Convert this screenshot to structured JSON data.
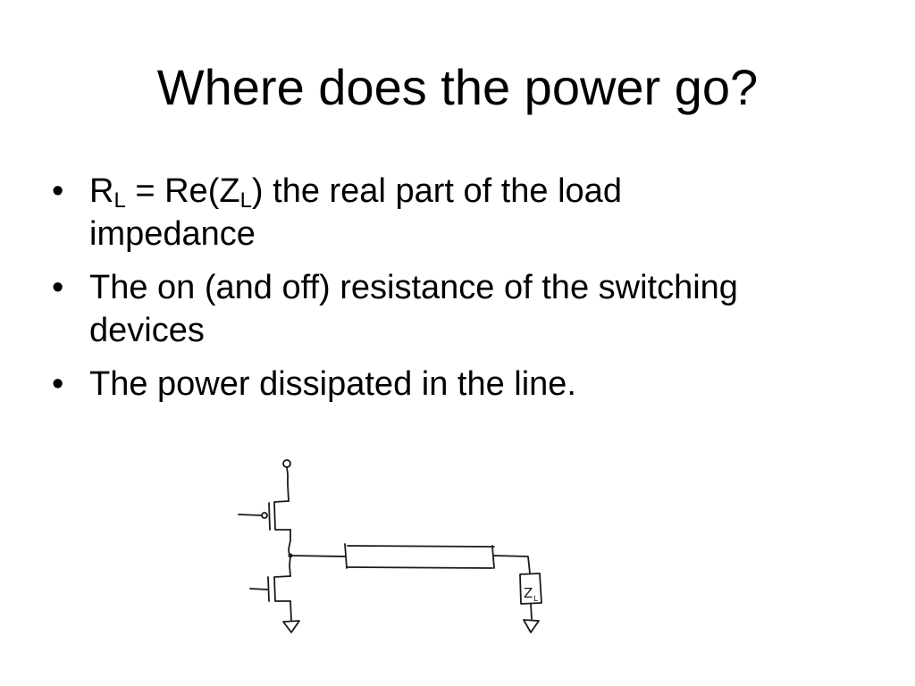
{
  "slide": {
    "title": "Where does the power go?",
    "bullets": [
      {
        "marker": "•",
        "r_symbol": "R",
        "r_sub": "L",
        "eq_text": " = Re(Z",
        "z_sub": "L",
        "rest": ") the real part of the load impedance"
      },
      {
        "marker": "•",
        "text": "The on (and off) resistance of the switching devices"
      },
      {
        "marker": "•",
        "text": "The power dissipated in the line."
      }
    ],
    "figure": {
      "load_label": "Z",
      "load_sub": "L"
    }
  }
}
